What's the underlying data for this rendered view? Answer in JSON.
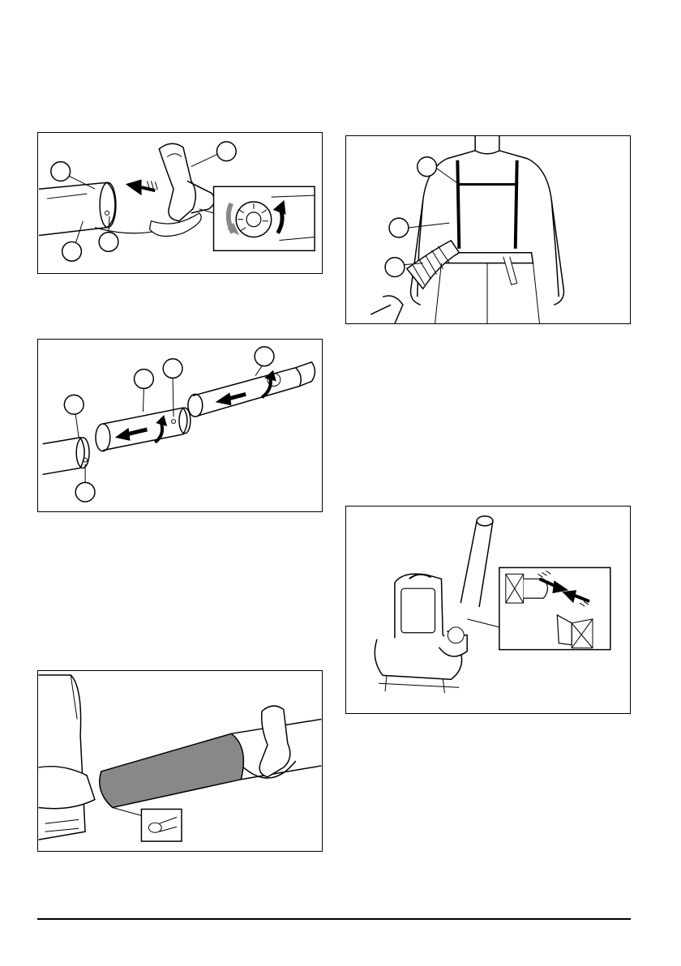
{
  "page": {
    "figures": [
      {
        "id": "fig-handle-attach",
        "callouts": [
          "",
          "",
          "",
          ""
        ]
      },
      {
        "id": "fig-tube-assembly",
        "callouts": [
          "",
          "",
          "",
          ""
        ]
      },
      {
        "id": "fig-hose-cover",
        "callouts": []
      },
      {
        "id": "fig-harness",
        "callouts": [
          "",
          "",
          ""
        ]
      },
      {
        "id": "fig-buckle",
        "callouts": []
      }
    ]
  },
  "colors": {
    "line": "#000000",
    "shade": "#888888",
    "arrow": "#000000"
  },
  "icons": [
    "arrow-icon",
    "rotate-arrow-icon",
    "callout-circle-icon"
  ]
}
